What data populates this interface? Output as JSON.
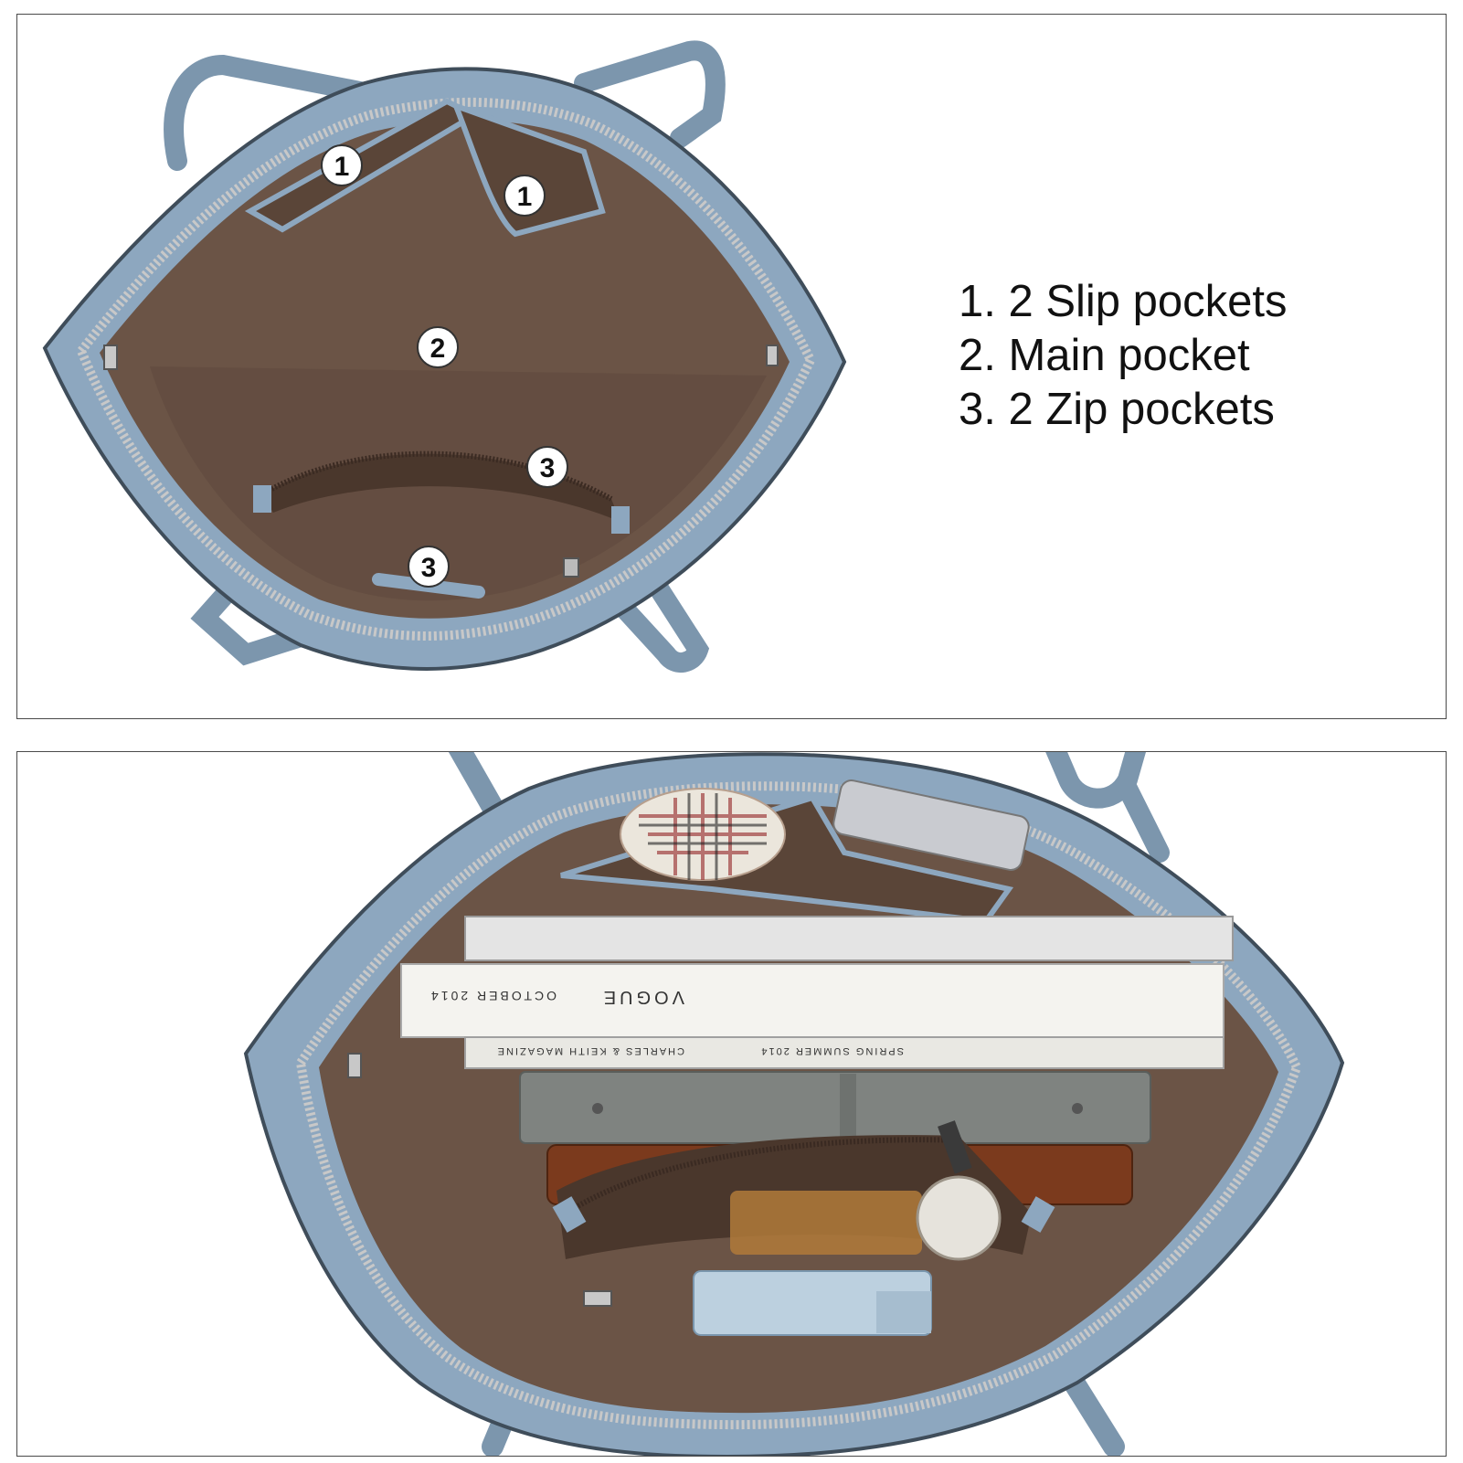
{
  "legend": {
    "items": [
      "1. 2 Slip pockets",
      "2. Main pocket",
      "3. 2 Zip pockets"
    ]
  },
  "callouts": [
    "1",
    "1",
    "2",
    "3",
    "3"
  ],
  "book_prints": {
    "magazine_title": "VOGUE",
    "magazine_date": "OCTOBER 2014",
    "book_line_1": "SPRING SUMMER 2014",
    "book_line_2": "CHARLES & KEITH MAGAZINE"
  },
  "colors": {
    "leather": "#8da7bf",
    "leather_dark": "#5d7a93",
    "lining": "#6b5446",
    "lining_dark": "#4a372c",
    "zipper": "#c8c8c8",
    "border": "#4a4a4a"
  }
}
